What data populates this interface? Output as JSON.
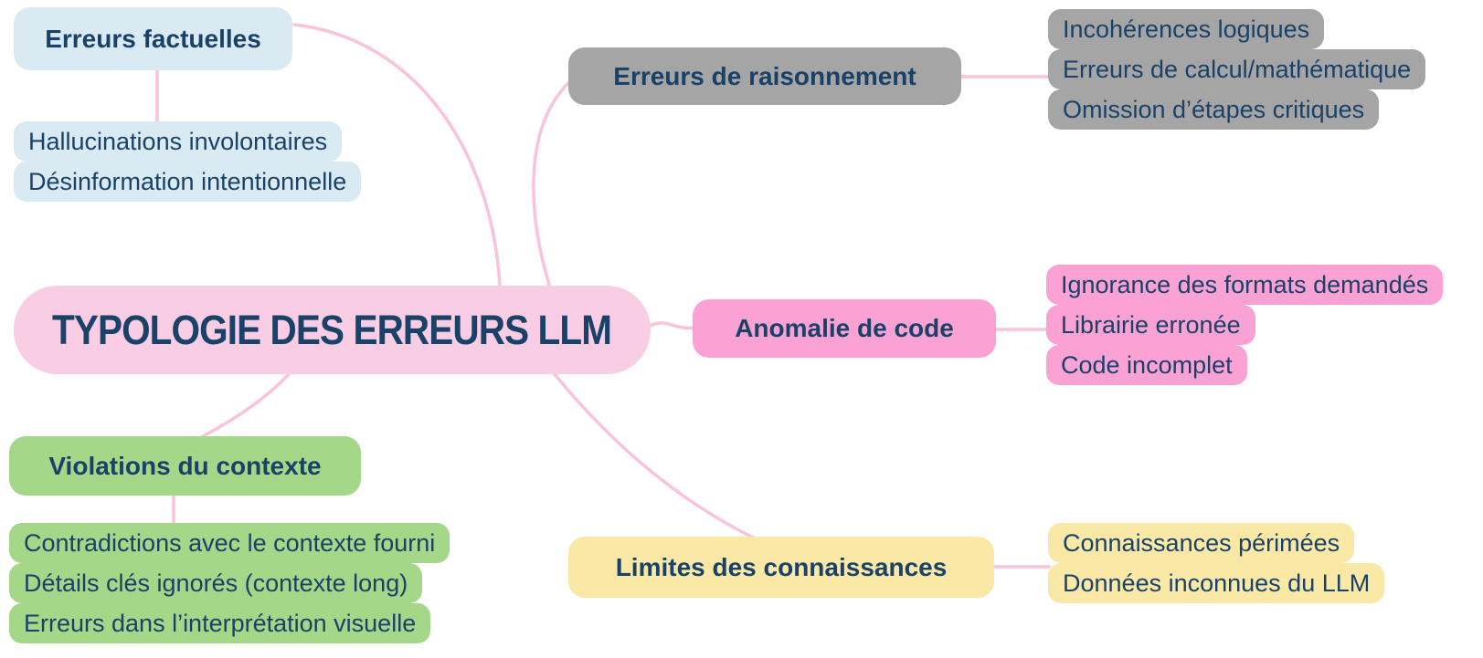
{
  "title": "TYPOLOGIE DES ERREURS LLM",
  "colors": {
    "central_bg": "#f9cde4",
    "connector": "#f9c3dc",
    "text": "#1a4168",
    "factuelles_bg": "#d9eaf2",
    "raisonnement_bg": "#a5a5a5",
    "code_bg": "#f9a2d3",
    "contexte_bg": "#a4d787",
    "limites_bg": "#fae8a6"
  },
  "branches": [
    {
      "label": "Erreurs factuelles",
      "children": [
        "Hallucinations involontaires",
        "Désinformation intentionnelle"
      ]
    },
    {
      "label": "Erreurs de raisonnement",
      "children": [
        "Incohérences logiques",
        "Erreurs de calcul/mathématique",
        "Omission d’étapes critiques"
      ]
    },
    {
      "label": "Anomalie de code",
      "children": [
        "Ignorance des formats demandés",
        "Librairie erronée",
        "Code incomplet"
      ]
    },
    {
      "label": "Violations du contexte",
      "children": [
        "Contradictions avec le contexte fourni",
        "Détails clés ignorés (contexte long)",
        "Erreurs dans l’interprétation visuelle"
      ]
    },
    {
      "label": "Limites des connaissances",
      "children": [
        "Connaissances périmées",
        "Données inconnues du LLM"
      ]
    }
  ]
}
